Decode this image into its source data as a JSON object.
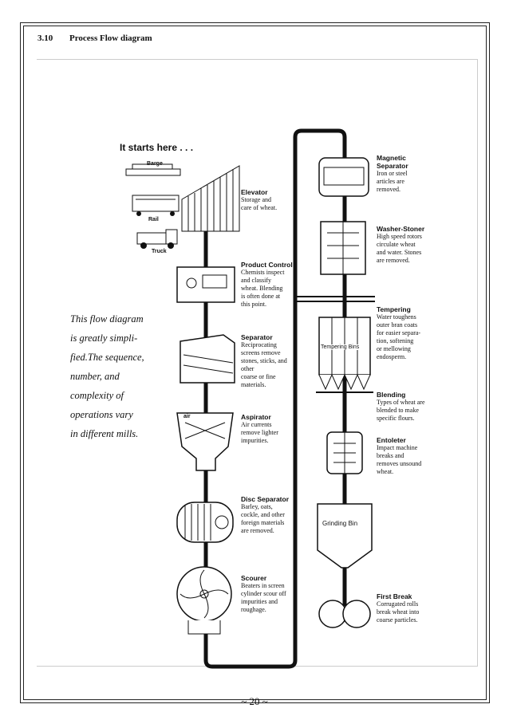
{
  "section": {
    "number": "3.10",
    "title": "Process Flow diagram"
  },
  "diagram": {
    "start_label": "It starts here . . .",
    "note": [
      "This flow diagram",
      "is greatly simpli-",
      "fied.The sequence,",
      "number, and",
      "complexity of",
      "operations vary",
      "in different mills."
    ],
    "transport": {
      "barge": "Barge",
      "rail": "Rail",
      "truck": "Truck"
    },
    "inline_labels": {
      "tempering_bins": "Tempering Bins",
      "grinding_bin": "Grinding Bin",
      "air": "air"
    },
    "steps_left": [
      {
        "title": "Elevator",
        "desc": [
          "Storage and",
          "care of wheat."
        ]
      },
      {
        "title": "Product Control",
        "desc": [
          "Chemists inspect",
          "and classify",
          "wheat. Blending",
          "is often done at",
          "this point."
        ]
      },
      {
        "title": "Separator",
        "desc": [
          "Reciprocating",
          "screens remove",
          "stones, sticks, and",
          "other",
          "coarse or fine",
          "materials."
        ]
      },
      {
        "title": "Aspirator",
        "desc": [
          "Air currents",
          "remove lighter",
          "impurities."
        ]
      },
      {
        "title": "Disc Separator",
        "desc": [
          "Barley, oats,",
          "cockle, and other",
          "foreign materials",
          "are removed."
        ]
      },
      {
        "title": "Scourer",
        "desc": [
          "Beaters in screen",
          "cylinder scour off",
          "impurities and",
          "roughage."
        ]
      }
    ],
    "steps_right": [
      {
        "title": "Magnetic",
        "title2": "Separator",
        "desc": [
          "Iron or steel",
          "articles are",
          "removed."
        ]
      },
      {
        "title": "Washer-Stoner",
        "title2": "",
        "desc": [
          "High speed rotors",
          "circulate wheat",
          "and water. Stones",
          "are removed."
        ]
      },
      {
        "title": "Tempering",
        "title2": "",
        "desc": [
          "Water toughens",
          "outer bran coats",
          "for easier separa-",
          "tion, softening",
          "or mellowing",
          "endosperm."
        ]
      },
      {
        "title": "Blending",
        "title2": "",
        "desc": [
          "Types of wheat are",
          "blended to make",
          "specific flours."
        ]
      },
      {
        "title": "Entoleter",
        "title2": "",
        "desc": [
          "Impact machine",
          "breaks and",
          "removes unsound",
          "wheat."
        ]
      },
      {
        "title": "First Break",
        "title2": "",
        "desc": [
          "Corrugated rolls",
          "break wheat into",
          "coarse particles."
        ]
      }
    ]
  },
  "footer": {
    "page": "~ 20 ~"
  }
}
